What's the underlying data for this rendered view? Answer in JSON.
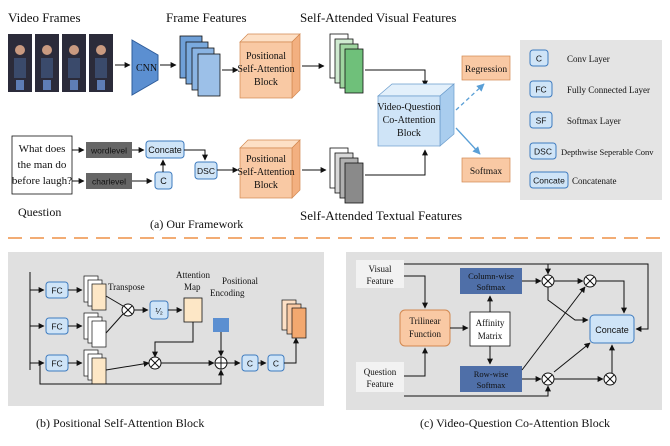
{
  "top": {
    "video_frames_label": "Video Frames",
    "frame_features_label": "Frame Features",
    "self_attended_visual_label": "Self-Attended Visual Features",
    "self_attended_textual_label": "Self-Attended Textual Features",
    "cnn_label": "CNN",
    "psa_line1": "Positional",
    "psa_line2": "Self-Attention",
    "psa_line3": "Block",
    "vq_line1": "Video-Question",
    "vq_line2": "Co-Attention",
    "vq_line3": "Block",
    "regression_label": "Regression",
    "softmax_label": "Softmax",
    "question_text_lines": [
      "What does",
      "the man do",
      "before laugh?"
    ],
    "question_label": "Question",
    "wordlevel_label": "wordlevel",
    "charlevel_label": "charlevel",
    "concate_label": "Concate",
    "c_label": "C",
    "dsc_label": "DSC",
    "caption": "(a) Our Framework"
  },
  "legend": {
    "items": [
      {
        "key": "C",
        "label": "Conv Layer"
      },
      {
        "key": "FC",
        "label": "Fully Connected Layer"
      },
      {
        "key": "SF",
        "label": "Softmax Layer"
      },
      {
        "key": "DSC",
        "label": "Depthwise Seperable Conv"
      },
      {
        "key": "Concate",
        "label": "Concatenate"
      }
    ]
  },
  "panel_b": {
    "fc_label": "FC",
    "transpose_label": "Transpose",
    "attention_map_line1": "Attention",
    "attention_map_line2": "Map",
    "positional_line1": "Positional",
    "positional_line2": "Encoding",
    "sf_label": "⅟₂",
    "c_label": "C",
    "caption": "(b) Positional Self-Attention Block"
  },
  "panel_c": {
    "visual_line1": "Visual",
    "visual_line2": "Feature",
    "question_line1": "Question",
    "question_line2": "Feature",
    "trilinear_line1": "Trilinear",
    "trilinear_line2": "Function",
    "affinity_line1": "Affinity",
    "affinity_line2": "Matrix",
    "colwise_line1": "Column-wise",
    "colwise_line2": "Softmax",
    "rowwise_line1": "Row-wise",
    "rowwise_line2": "Softmax",
    "concate_label": "Concate",
    "caption": "(c) Video-Question Co-Attention Block"
  },
  "colors": {
    "psa_orange": "#f9c9a4",
    "vq_blue": "#cfe4f7",
    "cnn_blue": "#5b8fd1",
    "legend_bg": "#e4e4e4",
    "panel_bg": "#e0e0e0",
    "dark_box": "#4f6fa8",
    "divider_orange": "#f0a060"
  }
}
